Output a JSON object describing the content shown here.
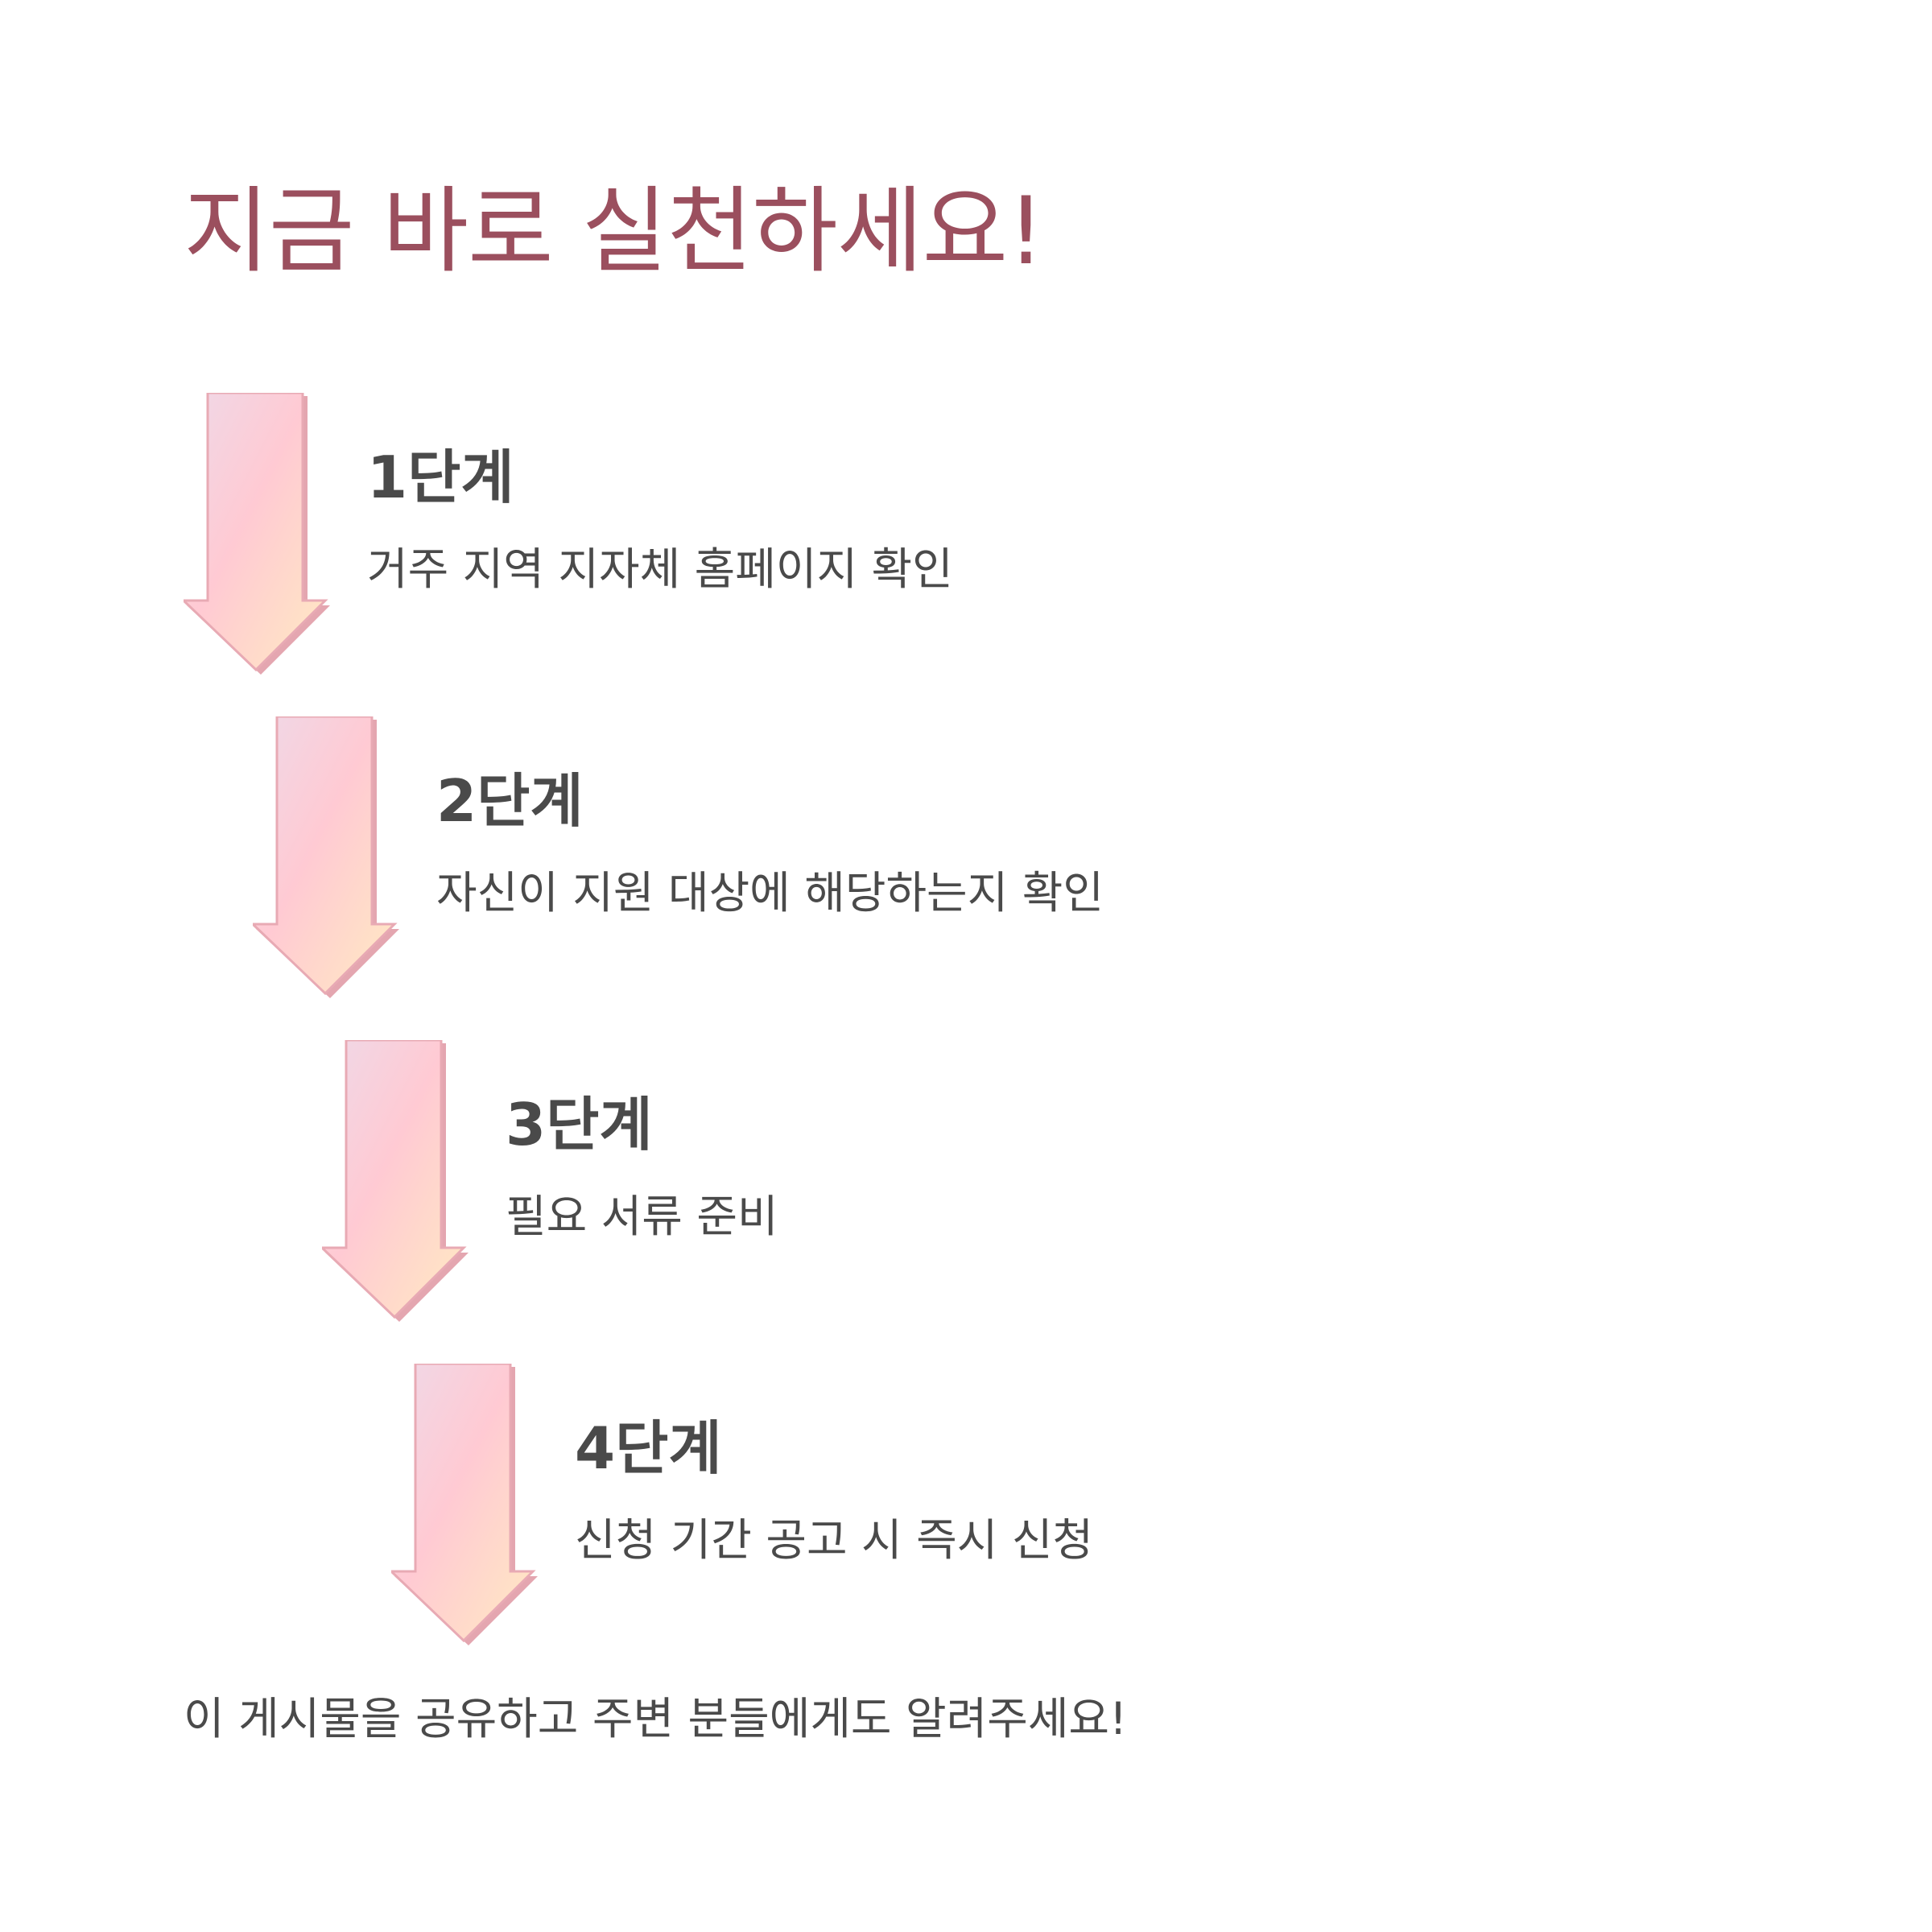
{
  "header": {
    "title": "지금 바로 실천하세요!"
  },
  "steps": [
    {
      "title": "1단계",
      "description": "거주 지역 지자체 홈페이지 확인"
    },
    {
      "title": "2단계",
      "description": "자신이 지원 대상에 해당하는지 확인"
    },
    {
      "title": "3단계",
      "description": "필요 서류 준비"
    },
    {
      "title": "4단계",
      "description": "신청 기간 공고 시 즉시 신청"
    }
  ],
  "footer": {
    "text": "이 게시물을 공유하고 주변 분들에게도 알려주세요!"
  },
  "colors": {
    "title": "#9b4f5e",
    "text": "#4a4a4a",
    "arrow_outline": "#e6a9b2",
    "arrow_gradient": [
      "#f0d8e6",
      "#ffcad3",
      "#ffe9c4"
    ]
  }
}
